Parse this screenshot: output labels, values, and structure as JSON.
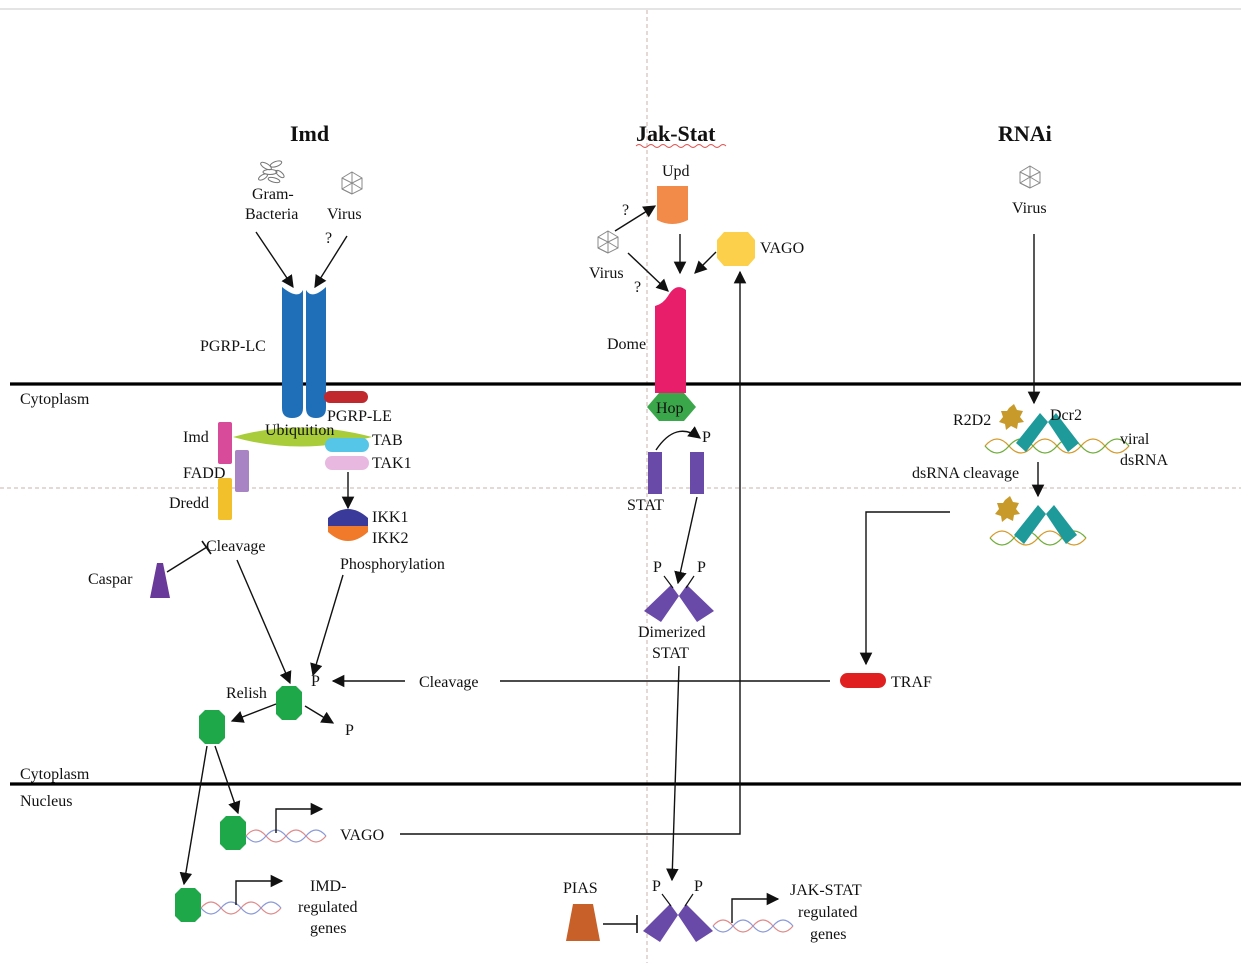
{
  "titles": {
    "imd": "Imd",
    "jakstat": "Jak-Stat",
    "rnai": "RNAi"
  },
  "compartments": {
    "cytoplasm_top": "Cytoplasm",
    "cytoplasm_bottom": "Cytoplasm",
    "nucleus": "Nucleus"
  },
  "imd": {
    "gram_bacteria": "Gram-\nBacteria",
    "gram_line1": "Gram-",
    "gram_line2": "Bacteria",
    "virus": "Virus",
    "question": "?",
    "pgrp_lc": "PGRP-LC",
    "pgrp_le": "PGRP-LE",
    "ubiquition": "Ubiquition",
    "imd_label": "Imd",
    "fadd": "FADD",
    "dredd": "Dredd",
    "tab": "TAB",
    "tak1": "TAK1",
    "ikk1": "IKK1",
    "ikk2": "IKK2",
    "cleavage": "Cleavage",
    "phosphorylation": "Phosphorylation",
    "caspar": "Caspar",
    "relish": "Relish",
    "p": "P",
    "vago": "VAGO",
    "imd_regulated_1": "IMD-",
    "imd_regulated_2": "regulated",
    "imd_regulated_3": "genes"
  },
  "jakstat": {
    "upd": "Upd",
    "question": "?",
    "virus": "Virus",
    "vago": "VAGO",
    "dome": "Dome",
    "hop": "Hop",
    "p": "P",
    "stat": "STAT",
    "dimerized_1": "Dimerized",
    "dimerized_2": "STAT",
    "pias": "PIAS",
    "reg_1": "JAK-STAT",
    "reg_2": "regulated",
    "reg_3": "genes"
  },
  "rnai": {
    "virus": "Virus",
    "r2d2": "R2D2",
    "dcr2": "Dcr2",
    "viral_1": "viral",
    "viral_2": "dsRNA",
    "dsrna_cleavage": "dsRNA cleavage",
    "traf": "TRAF",
    "cleavage": "Cleavage"
  },
  "colors": {
    "pgrp_lc": "#1f6fb8",
    "pgrp_le": "#c0282d",
    "ubiquition": "#a8cc3a",
    "imd": "#d84a9a",
    "fadd": "#a884c4",
    "dredd": "#f2c02a",
    "tab": "#56c6e8",
    "tak1": "#e8b8e0",
    "ikk1": "#3a3a9a",
    "ikk2": "#f07a2a",
    "caspar": "#6a3a9a",
    "relish": "#1ea84a",
    "upd": "#f28a4a",
    "vago": "#fcd04a",
    "dome": "#e81e6a",
    "hop": "#3aa84a",
    "stat": "#6a4aa8",
    "pias": "#c8602a",
    "dcr2": "#1e9a9a",
    "r2d2": "#c89a2a",
    "traf": "#e02020"
  }
}
